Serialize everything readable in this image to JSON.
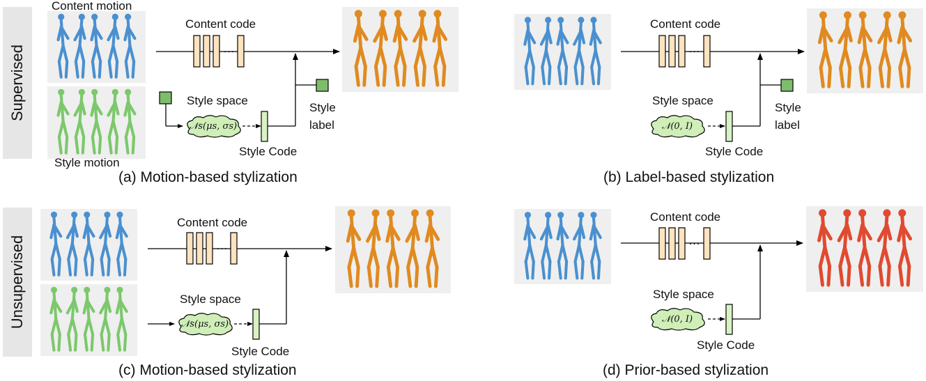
{
  "rows": [
    {
      "label": "Supervised"
    },
    {
      "label": "Unsupervised"
    }
  ],
  "panels": [
    {
      "caption": "(a) Motion-based stylization",
      "content_motion_label": "Content motion",
      "style_motion_label": "Style motion",
      "content_code_label": "Content code",
      "style_space_label": "Style space",
      "style_code_label": "Style Code",
      "style_label_text": [
        "Style",
        "label"
      ],
      "distribution": "𝒩s(μs, σs)",
      "dots": "…"
    },
    {
      "caption": "(b) Label-based stylization",
      "content_code_label": "Content code",
      "style_space_label": "Style space",
      "style_code_label": "Style Code",
      "style_label_text": [
        "Style",
        "label"
      ],
      "distribution": "𝒩(0, I)",
      "dots": "…"
    },
    {
      "caption": "(c) Motion-based stylization",
      "content_code_label": "Content code",
      "style_space_label": "Style space",
      "style_code_label": "Style Code",
      "distribution": "𝒩s(μs, σs)",
      "dots": "…"
    },
    {
      "caption": "(d) Prior-based stylization",
      "content_code_label": "Content code",
      "style_space_label": "Style space",
      "style_code_label": "Style Code",
      "distribution": "𝒩(0, I)",
      "dots": "…"
    }
  ],
  "colors": {
    "content_skeleton": "#4a90d0",
    "style_skeleton": "#7cc86c",
    "output_skeleton": "#e08a20",
    "prior_output_skeleton": "#e04a30",
    "code_box": "#fde3bf",
    "style_code_box": "#d9f2c4",
    "label_square": "#7dbd6b",
    "cloud": "#cfeeb8"
  }
}
